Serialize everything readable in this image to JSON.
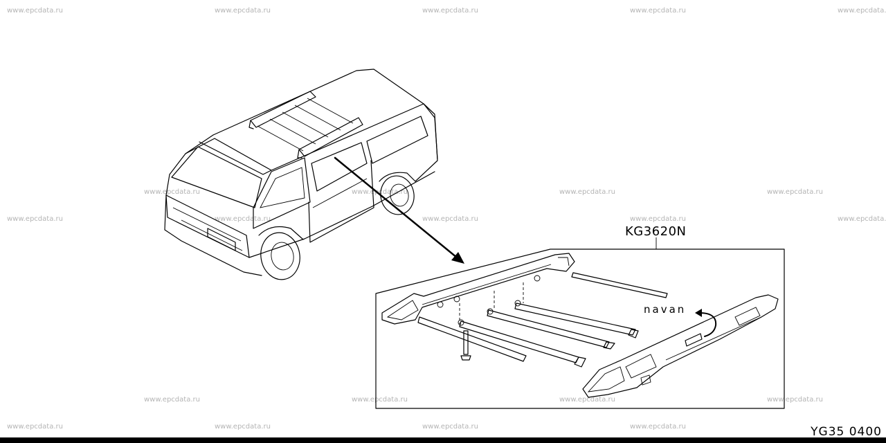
{
  "watermark": "www.epcdata.ru",
  "callout": {
    "part_number": "KG3620N"
  },
  "annotation": {
    "label": "navan"
  },
  "figure": {
    "code": "YG35 0400"
  }
}
